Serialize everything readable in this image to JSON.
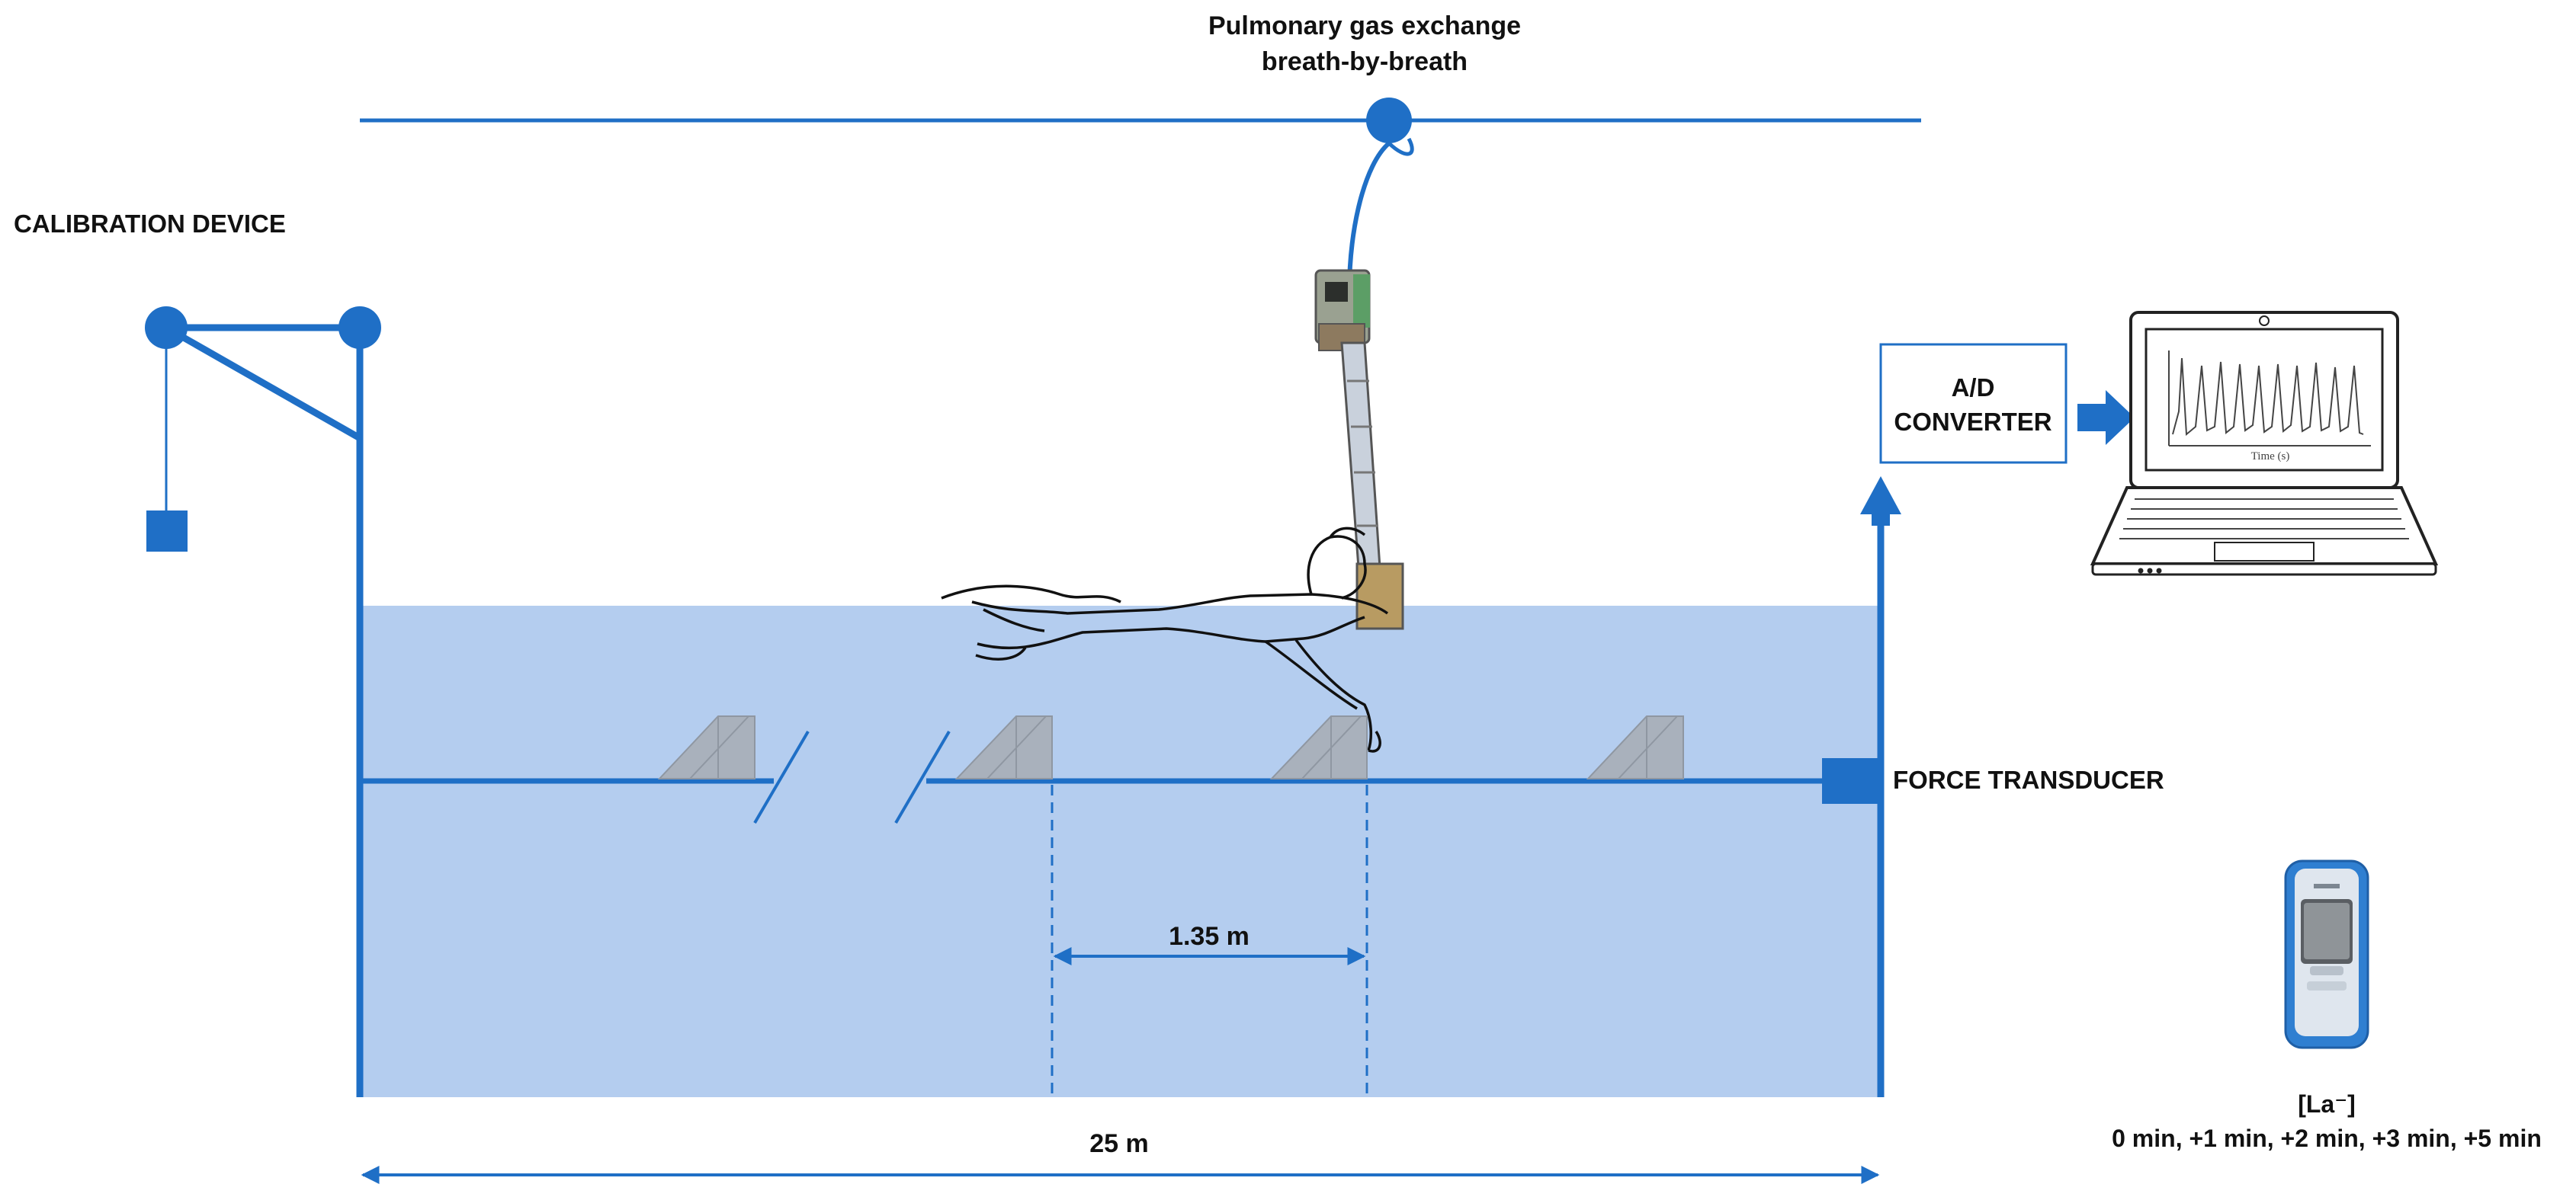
{
  "labels": {
    "pulmonary_line1": "Pulmonary gas exchange",
    "pulmonary_line2": "breath-by-breath",
    "calibration": "CALIBRATION DEVICE",
    "ad_line1": "A/D",
    "ad_line2": "CONVERTER",
    "force": "FORCE TRANSDUCER",
    "distance_short": "1.35 m",
    "distance_pool": "25 m",
    "lactate": "[La⁻]",
    "lactate_times": "0 min, +1 min, +2 min, +3 min, +5 min",
    "screen_axis": "Time (s)"
  },
  "colors": {
    "accent": "#1f6fc6",
    "water": "#b4cdef",
    "marker": "#a9b1bc"
  }
}
